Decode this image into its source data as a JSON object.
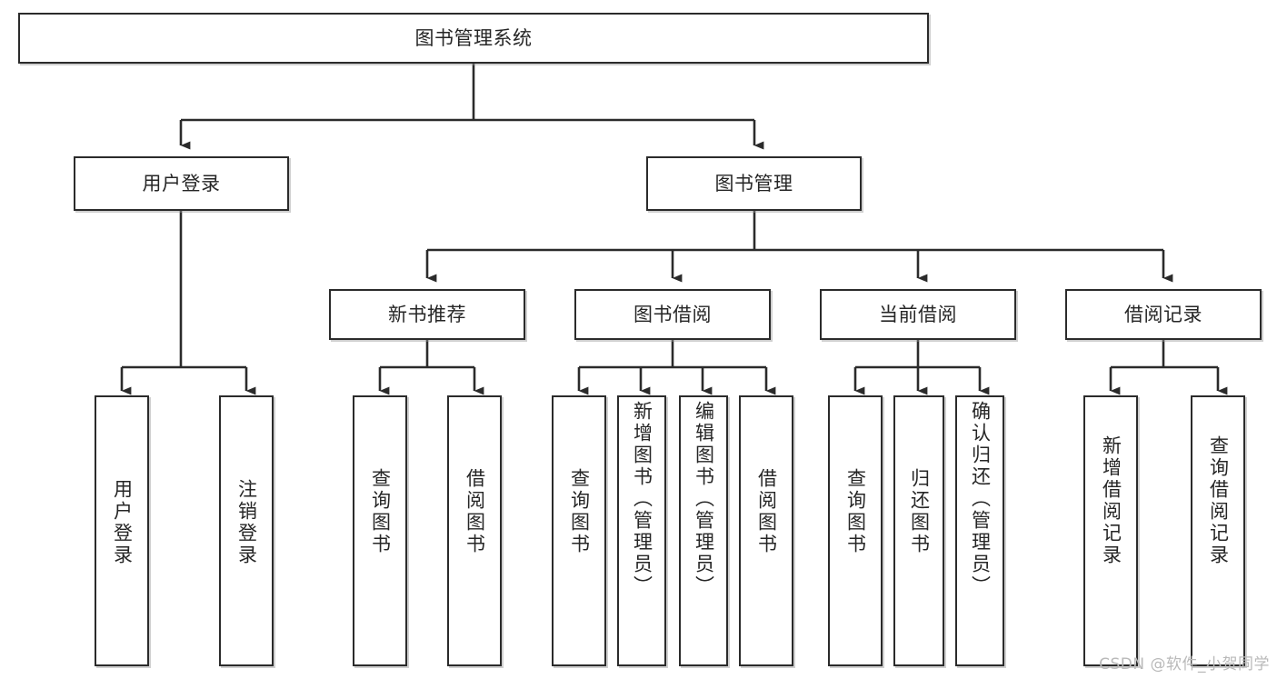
{
  "diagram": {
    "title": "图书管理系统",
    "type": "tree",
    "orientation": "top-down",
    "root": {
      "id": "root",
      "label": "图书管理系统"
    },
    "level2": [
      {
        "id": "user-login",
        "label": "用户登录"
      },
      {
        "id": "book-manage",
        "label": "图书管理"
      }
    ],
    "level3": [
      {
        "id": "new-book-recommend",
        "label": "新书推荐",
        "parent": "book-manage"
      },
      {
        "id": "book-borrow",
        "label": "图书借阅",
        "parent": "book-manage"
      },
      {
        "id": "current-borrow",
        "label": "当前借阅",
        "parent": "book-manage"
      },
      {
        "id": "borrow-record",
        "label": "借阅记录",
        "parent": "book-manage"
      }
    ],
    "leaves": {
      "user-login": [
        {
          "id": "leaf-user-login",
          "label": "用户登录"
        },
        {
          "id": "leaf-logout",
          "label": "注销登录"
        }
      ],
      "new-book-recommend": [
        {
          "id": "leaf-query-book-1",
          "label": "查询图书"
        },
        {
          "id": "leaf-borrow-book-1",
          "label": "借阅图书"
        }
      ],
      "book-borrow": [
        {
          "id": "leaf-query-book-2",
          "label": "查询图书"
        },
        {
          "id": "leaf-add-book",
          "label": "新增图书（管理员）"
        },
        {
          "id": "leaf-edit-book",
          "label": "编辑图书（管理员）"
        },
        {
          "id": "leaf-borrow-book-2",
          "label": "借阅图书"
        }
      ],
      "current-borrow": [
        {
          "id": "leaf-query-book-3",
          "label": "查询图书"
        },
        {
          "id": "leaf-return-book",
          "label": "归还图书"
        },
        {
          "id": "leaf-confirm-return",
          "label": "确认归还（管理员）"
        }
      ],
      "borrow-record": [
        {
          "id": "leaf-add-record",
          "label": "新增借阅记录"
        },
        {
          "id": "leaf-query-record",
          "label": "查询借阅记录"
        }
      ]
    },
    "colors": {
      "stroke": "#2b2b2b",
      "fill": "#ffffff",
      "text": "#262626",
      "watermark": "#b9b9b9"
    }
  },
  "watermark": {
    "text": "CSDN @软件_小贺同学"
  }
}
